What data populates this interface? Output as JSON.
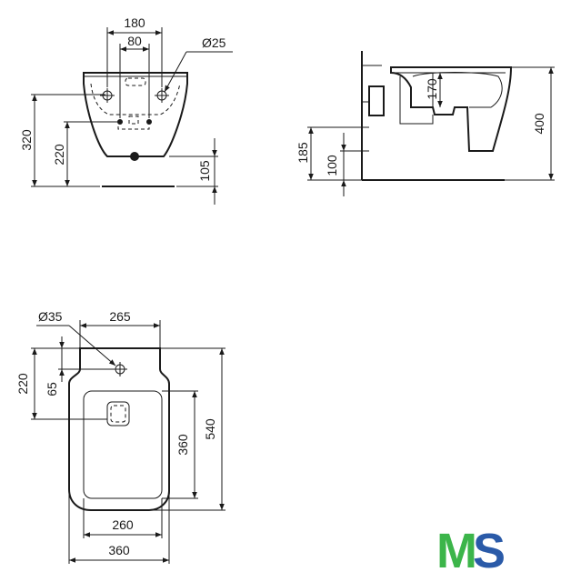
{
  "front_view": {
    "width_outer": "180",
    "width_inner": "80",
    "pipe_diameter": "Ø25",
    "height_total": "320",
    "height_mount": "220",
    "height_drain": "105"
  },
  "side_view": {
    "height_inner": "170",
    "height_total": "400",
    "height_outlet": "185",
    "height_floor": "100"
  },
  "top_view": {
    "hole_diameter": "Ø35",
    "width_top": "265",
    "depth_front": "220",
    "depth_hole": "65",
    "bowl_length": "360",
    "total_length": "540",
    "bowl_width": "260",
    "total_width": "360"
  },
  "logo": {
    "text": "MS",
    "colors": {
      "m": "#3cb54a",
      "s": "#2a5aa8"
    }
  }
}
